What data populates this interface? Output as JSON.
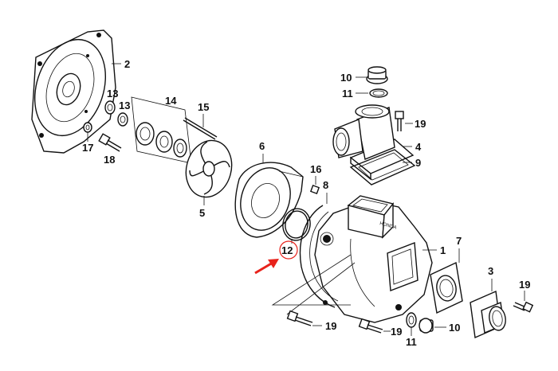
{
  "labels": {
    "p1": "1",
    "p2": "2",
    "p3": "3",
    "p4": "4",
    "p5": "5",
    "p6": "6",
    "p7": "7",
    "p8": "8",
    "p9": "9",
    "p10a": "10",
    "p10b": "10",
    "p11a": "11",
    "p11b": "11",
    "p12": "12",
    "p13a": "13",
    "p13b": "13",
    "p14": "14",
    "p15": "15",
    "p16": "16",
    "p17": "17",
    "p18": "18",
    "p19a": "19",
    "p19b": "19",
    "p19c": "19",
    "p19d": "19"
  },
  "casting_mark": "HONDA",
  "colors": {
    "line": "#111111",
    "highlight": "#e8221b",
    "background": "#ffffff"
  }
}
